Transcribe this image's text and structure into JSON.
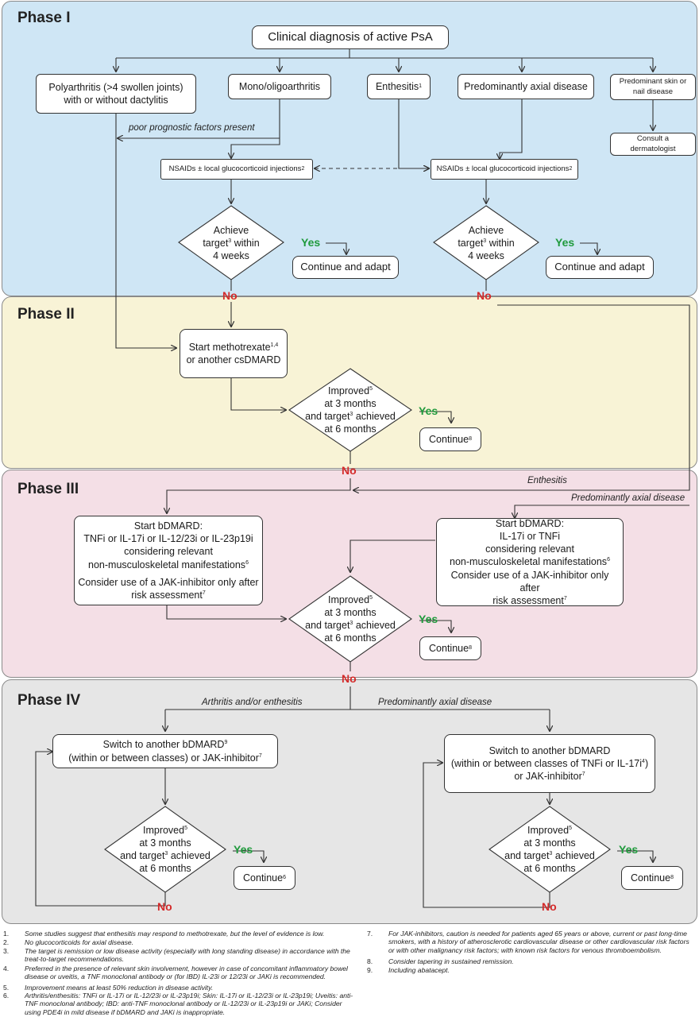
{
  "phases": {
    "p1": "Phase I",
    "p2": "Phase II",
    "p3": "Phase III",
    "p4": "Phase IV"
  },
  "colors": {
    "phase1": "#cfe6f5",
    "phase2": "#f8f3d6",
    "phase3": "#f4dfe6",
    "phase4": "#e6e6e6",
    "yes": "#1f9a3c",
    "no": "#d42a2a"
  },
  "phase1": {
    "top": "Clinical diagnosis of active PsA",
    "poly": "Polyarthritis (>4 swollen joints) with or without dactylitis",
    "mono": "Mono/oligoarthritis",
    "enthesitis": "Enthesitis",
    "enthesitis_sup": "1",
    "axial": "Predominantly axial disease",
    "skin": "Predominant skin or nail disease",
    "derm": "Consult a dermatologist",
    "poor": "poor prognostic factors present",
    "nsaid": "NSAIDs ± local glucocorticoid injections",
    "nsaid_sup": "2",
    "achieve_a": "Achieve",
    "achieve_b": "target",
    "achieve_b_sup": "3",
    "achieve_c": "within",
    "achieve_d": "4 weeks",
    "yes": "Yes",
    "no": "No",
    "continue_adapt": "Continue and adapt"
  },
  "phase2": {
    "mtx_a": "Start methotrexate",
    "mtx_sup": "1,4",
    "mtx_b": "or another csDMARD",
    "imp_a": "Improved",
    "imp_sup": "5",
    "imp_b": "at 3 months",
    "imp_c": "and target",
    "imp_c_sup": "3",
    "imp_d": "achieved",
    "imp_e": "at 6 months",
    "continue": "Continue",
    "continue_sup": "8"
  },
  "phase3": {
    "enth_label": "Enthesitis",
    "axial_label": "Predominantly axial disease",
    "left_a": "Start bDMARD:",
    "left_b": "TNFi or IL-17i or IL-12/23i or IL-23p19i",
    "left_c": "considering relevant",
    "left_d": "non-musculoskeletal manifestations",
    "left_d_sup": "6",
    "left_e": "Consider use of a JAK-inhibitor only after",
    "left_f": "risk assessment",
    "left_f_sup": "7",
    "right_a": "Start bDMARD:",
    "right_b": "IL-17i or TNFi",
    "right_c": "considering relevant",
    "right_d": "non-musculoskeletal manifestations",
    "right_d_sup": "6",
    "right_e": "Consider use of a JAK-inhibitor only after",
    "right_f": "risk assessment",
    "right_f_sup": "7"
  },
  "phase4": {
    "arth_label": "Arthritis and/or enthesitis",
    "axial_label": "Predominantly axial disease",
    "left_a": "Switch to another bDMARD",
    "left_a_sup": "9",
    "left_b": "(within or between classes) or JAK-inhibitor",
    "left_b_sup": "7",
    "right_a": "Switch to another bDMARD",
    "right_b": "(within or between classes of TNFi or IL-17i",
    "right_b_sup": "4",
    "right_b_end": ")",
    "right_c": "or JAK-inhibitor",
    "right_c_sup": "7",
    "continue_left_sup": "6"
  },
  "footnotes": [
    {
      "n": "1.",
      "t": "Some studies suggest that enthesitis may respond to methotrexate, but the level of evidence is low."
    },
    {
      "n": "2.",
      "t": "No glucocorticoids for axial disease."
    },
    {
      "n": "3.",
      "t": "The target is remission or low disease activity (especially with long standing disease) in accordance with the treat-to-target recommendations."
    },
    {
      "n": "4.",
      "t": "Preferred in the presence of relevant skin involvement, however in case of concomitant inflammatory bowel disease or uveitis, a TNF monoclonal antibody or (for IBD) IL-23i or 12/23i or JAKi is recommended."
    },
    {
      "n": "5.",
      "t": "Improvement means at least 50% reduction in disease activity."
    },
    {
      "n": "6.",
      "t": "Arthritis/enthesitis: TNFi or IL-17i or IL-12/23i or IL-23p19i; Skin: IL-17i or IL-12/23i or IL-23p19i; Uveitis: anti-TNF monoclonal antibody; IBD: anti-TNF monoclonal antibody or IL-12/23i or IL-23p19i or JAKi; Consider using PDE4i in mild disease if bDMARD and JAKi is inappropriate."
    },
    {
      "n": "7.",
      "t": "For JAK-inhibitors, caution is needed for patients aged 65 years or above, current or past long-time smokers, with a history of atherosclerotic cardiovascular disease or other cardiovascular risk factors or with other malignancy risk factors; with known risk factors for venous thromboembolism."
    },
    {
      "n": "8.",
      "t": "Consider tapering in sustained remission."
    },
    {
      "n": "9.",
      "t": "Including abatacept."
    }
  ]
}
